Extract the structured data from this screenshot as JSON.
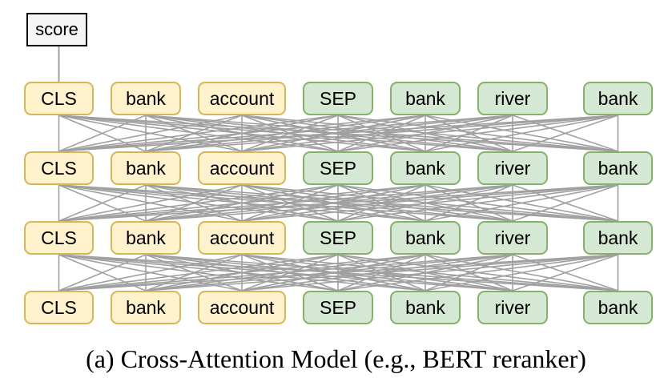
{
  "score_label": "score",
  "caption": "(a) Cross-Attention Model (e.g., BERT reranker)",
  "layer_count": 4,
  "tokens": [
    {
      "label": "CLS",
      "segment": "query"
    },
    {
      "label": "bank",
      "segment": "query"
    },
    {
      "label": "account",
      "segment": "query"
    },
    {
      "label": "SEP",
      "segment": "document"
    },
    {
      "label": "bank",
      "segment": "document"
    },
    {
      "label": "river",
      "segment": "document"
    },
    {
      "label": "bank",
      "segment": "document"
    }
  ],
  "colors": {
    "query_fill": "#fff2cc",
    "query_border": "#d6b656",
    "document_fill": "#d5e8d4",
    "document_border": "#82b366",
    "connection": "#a0a0a0",
    "score_fill": "#f5f5f5",
    "score_border": "#000000"
  }
}
